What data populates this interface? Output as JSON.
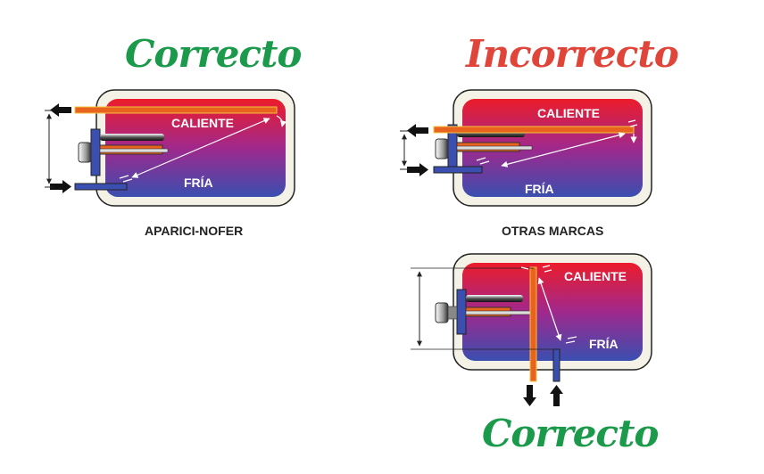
{
  "colors": {
    "correct": "#1a9a4a",
    "incorrect": "#e0453a",
    "hot": "#e8232a",
    "cold": "#3a4fb0",
    "pipe_hot": "#e8641e",
    "pipe_cold": "#3a4fb0"
  },
  "panels": [
    {
      "title": "Correcto",
      "title_color": "correct",
      "hot_label": "CALIENTE",
      "cold_label": "FRÍA",
      "caption": "APARICI-NOFER"
    },
    {
      "title": "Incorrecto",
      "title_color": "incorrect",
      "hot_label": "CALIENTE",
      "cold_label": "FRÍA",
      "caption": "OTRAS MARCAS"
    },
    {
      "title": "Correcto",
      "title_color": "correct",
      "hot_label": "CALIENTE",
      "cold_label": "FRÍA"
    }
  ]
}
